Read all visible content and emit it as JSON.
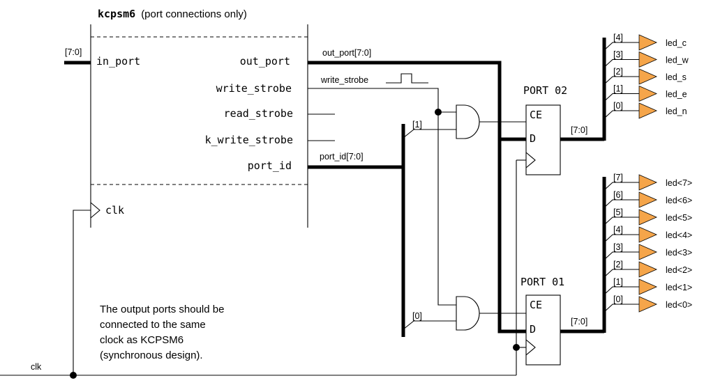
{
  "title": {
    "name": "kcpsm6",
    "suffix": "(port connections only)"
  },
  "processor_ports": {
    "in_port": "in_port",
    "out_port": "out_port",
    "write_strobe": "write_strobe",
    "read_strobe": "read_strobe",
    "k_write_strobe": "k_write_strobe",
    "port_id": "port_id",
    "clk": "clk"
  },
  "signals": {
    "in_bus": "[7:0]",
    "out_port_bus": "out_port[7:0]",
    "write_strobe": "write_strobe",
    "port_id_bus": "port_id[7:0]",
    "pid_bit_top": "[1]",
    "pid_bit_bottom": "[0]",
    "clk": "clk"
  },
  "registers": {
    "top": {
      "name": "PORT 02",
      "ce": "CE",
      "d": "D",
      "q_bus": "[7:0]"
    },
    "bottom": {
      "name": "PORT 01",
      "ce": "CE",
      "d": "D",
      "q_bus": "[7:0]"
    }
  },
  "leds_top": [
    {
      "bit": "[4]",
      "label": "led_c"
    },
    {
      "bit": "[3]",
      "label": "led_w"
    },
    {
      "bit": "[2]",
      "label": "led_s"
    },
    {
      "bit": "[1]",
      "label": "led_e"
    },
    {
      "bit": "[0]",
      "label": "led_n"
    }
  ],
  "leds_bottom": [
    {
      "bit": "[7]",
      "label": "led<7>"
    },
    {
      "bit": "[6]",
      "label": "led<6>"
    },
    {
      "bit": "[5]",
      "label": "led<5>"
    },
    {
      "bit": "[4]",
      "label": "led<4>"
    },
    {
      "bit": "[3]",
      "label": "led<3>"
    },
    {
      "bit": "[2]",
      "label": "led<2>"
    },
    {
      "bit": "[1]",
      "label": "led<1>"
    },
    {
      "bit": "[0]",
      "label": "led<0>"
    }
  ],
  "note": [
    "The output ports should be",
    "connected to the same",
    "clock as KCPSM6",
    "(synchronous design)."
  ],
  "colors": {
    "led_fill": "#f5a54a",
    "wire": "#000000",
    "background": "#ffffff"
  }
}
